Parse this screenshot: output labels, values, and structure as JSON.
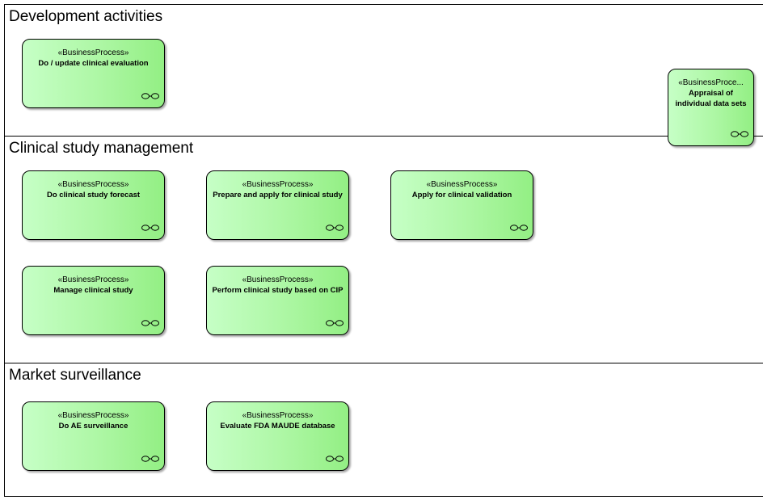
{
  "lanes": [
    {
      "title": "Development activities"
    },
    {
      "title": "Clinical study management"
    },
    {
      "title": "Market surveillance"
    }
  ],
  "stereotype": "«BusinessProcess»",
  "stereotype_truncated": "«BusinessProce...",
  "processes": {
    "dev_clinical_evaluation": "Do / update clinical evaluation",
    "dev_appraisal": "Appraisal of individual data sets",
    "cs_forecast": "Do clinical study forecast",
    "cs_prepare_apply": "Prepare and apply for clinical study",
    "cs_apply_validation": "Apply for clinical validation",
    "cs_manage": "Manage clinical study",
    "cs_perform_cip": "Perform clinical study based on CIP",
    "ms_ae_surveillance": "Do AE surveillance",
    "ms_fda_maude": "Evaluate FDA MAUDE database"
  },
  "colors": {
    "fill_light": "#c6ffc6",
    "fill_dark": "#93ef84",
    "border": "#000000"
  },
  "icon": "business-process-icon"
}
